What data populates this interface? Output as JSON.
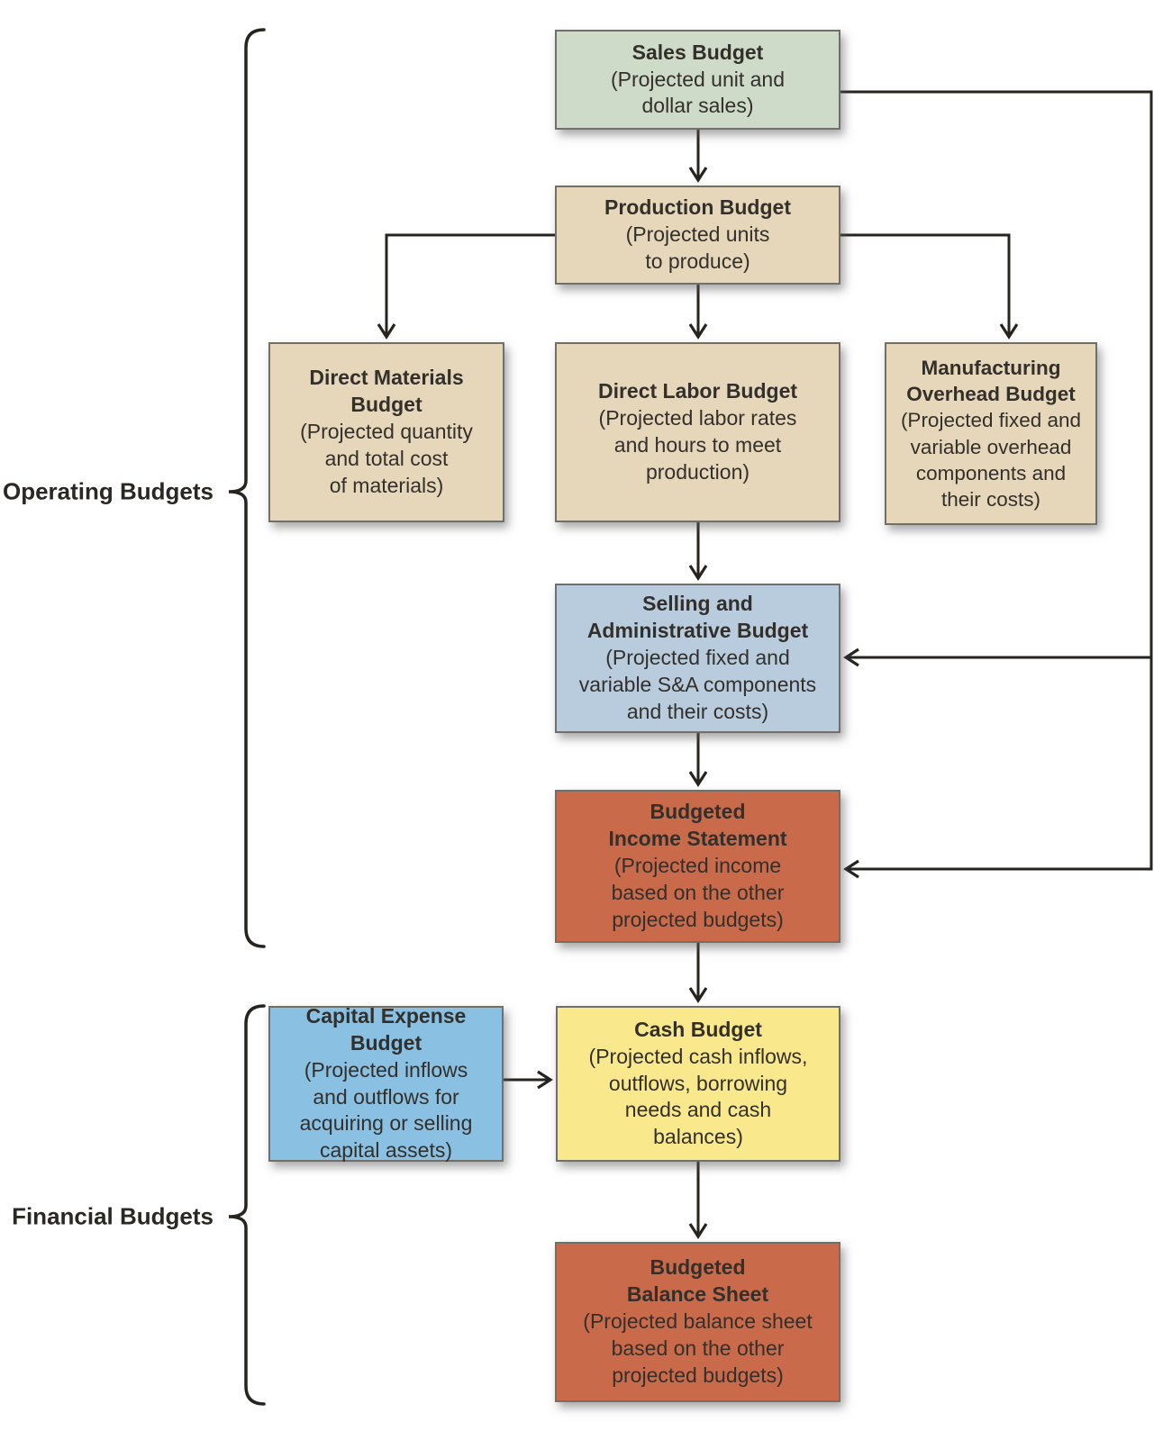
{
  "groups": {
    "operating": {
      "label": "Operating Budgets"
    },
    "financial": {
      "label": "Financial Budgets"
    }
  },
  "boxes": {
    "sales": {
      "title": "Sales Budget",
      "desc": "(Projected unit and\ndollar sales)",
      "color": "#cfdbc9"
    },
    "production": {
      "title": "Production Budget",
      "desc": "(Projected units\nto produce)",
      "color": "#e6d7ba"
    },
    "direct_materials": {
      "title": "Direct Materials\nBudget",
      "desc": "(Projected quantity\nand total cost\nof materials)",
      "color": "#e6d7ba"
    },
    "direct_labor": {
      "title": "Direct Labor Budget",
      "desc": "(Projected labor rates\nand hours to meet\nproduction)",
      "color": "#e6d7ba"
    },
    "manufacturing_overhead": {
      "title": "Manufacturing\nOverhead Budget",
      "desc": "(Projected fixed and\nvariable overhead\ncomponents and\ntheir costs)",
      "color": "#e6d7ba"
    },
    "selling_admin": {
      "title": "Selling and\nAdministrative Budget",
      "desc": "(Projected fixed and\nvariable S&A components\nand their costs)",
      "color": "#b8ccde"
    },
    "income_statement": {
      "title": "Budgeted\nIncome Statement",
      "desc": "(Projected income\nbased on the other\nprojected budgets)",
      "color": "#c96a4b"
    },
    "capital_expense": {
      "title": "Capital Expense\nBudget",
      "desc": "(Projected inflows\nand outflows for\nacquiring or selling\ncapital assets)",
      "color": "#8ac0e2"
    },
    "cash": {
      "title": "Cash Budget",
      "desc": "(Projected cash inflows,\noutflows, borrowing\nneeds and cash\nbalances)",
      "color": "#f9e98c"
    },
    "balance_sheet": {
      "title": "Budgeted\nBalance Sheet",
      "desc": "(Projected balance sheet\nbased on the other\nprojected budgets)",
      "color": "#c96a4b"
    }
  },
  "style": {
    "line_color": "#27231f",
    "border_color": "#706f6a",
    "text_color": "#33302c"
  }
}
